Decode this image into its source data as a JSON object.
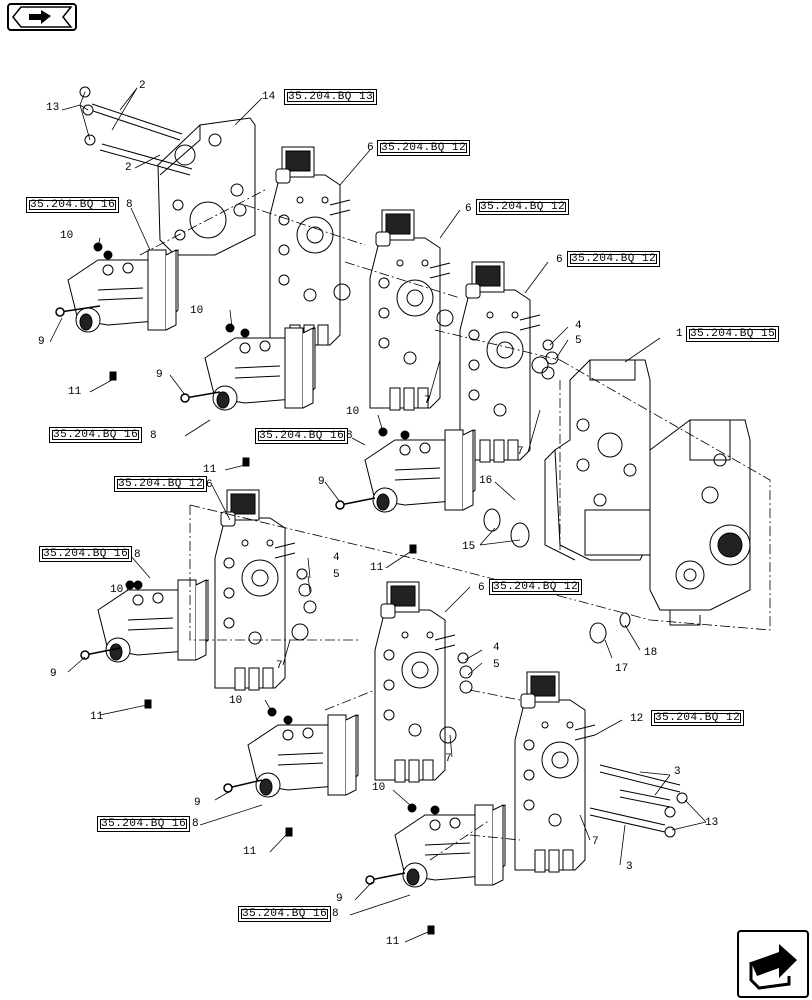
{
  "nav": {
    "prev_button_icon": "section-back-arrow-icon",
    "next_button_icon": "next-page-arrow-icon"
  },
  "refs": {
    "r14": "35.204.BQ 13",
    "r6a": "35.204.BQ 12",
    "r6b": "35.204.BQ 12",
    "r6c": "35.204.BQ 12",
    "r1": "35.204.BQ 15",
    "r8a": "35.204.BQ 16",
    "r8b": "35.204.BQ 16",
    "r8c": "35.204.BQ 16",
    "r6d": "35.204.BQ 12",
    "r8d": "35.204.BQ 16",
    "r6e": "35.204.BQ 12",
    "r12": "35.204.BQ 12",
    "r8e": "35.204.BQ 16",
    "r8f": "35.204.BQ 16"
  },
  "callouts": {
    "c13a": "13",
    "c2a": "2",
    "c2b": "2",
    "c14": "14",
    "c6a": "6",
    "c6b": "6",
    "c6c": "6",
    "c8a": "8",
    "c10a": "10",
    "c9a": "9",
    "c11a": "11",
    "c10b": "10",
    "c9b": "9",
    "c11b": "11",
    "c8b": "8",
    "c4a": "4",
    "c5a": "5",
    "c7a": "7",
    "c7b": "7",
    "c1": "1",
    "c10c": "10",
    "c9c": "9",
    "c8c": "8",
    "c11c": "11",
    "c16": "16",
    "c15": "15",
    "c6d": "6",
    "c4b": "4",
    "c5b": "5",
    "c7c": "7",
    "c8d": "8",
    "c10d": "10",
    "c9d": "9",
    "c11d": "11",
    "c6e": "6",
    "c18": "18",
    "c17": "17",
    "c4c": "4",
    "c5c": "5",
    "c7d": "7",
    "c12": "12",
    "c3a": "3",
    "c13b": "13",
    "c7e": "7",
    "c3b": "3",
    "c10e": "10",
    "c9e": "9",
    "c8e": "8",
    "c11e": "11",
    "c10f": "10",
    "c9f": "9",
    "c8f": "8",
    "c11f": "11"
  }
}
